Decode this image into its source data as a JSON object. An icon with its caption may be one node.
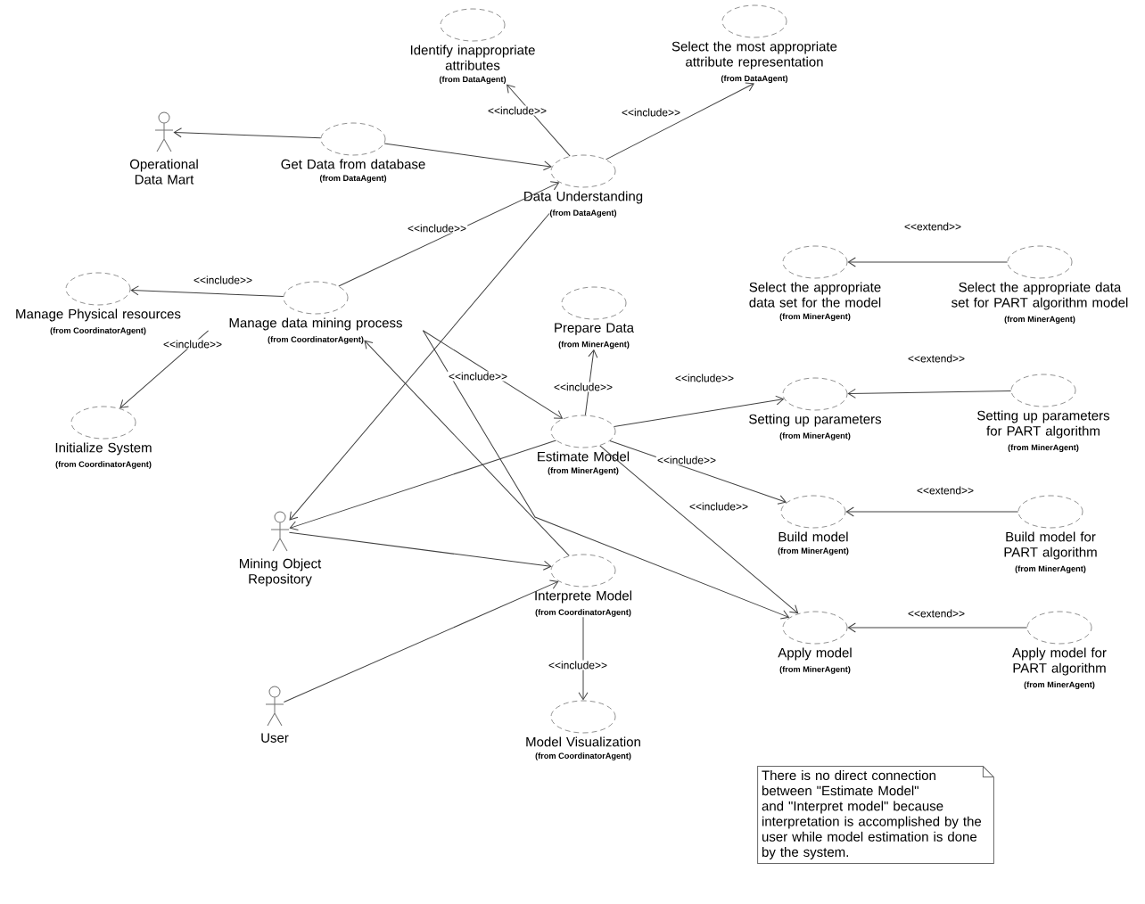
{
  "diagram": {
    "nodes": [
      {
        "text": [
          "Identify inappropriate attributes",
          "(from DataAgent)"
        ]
      },
      {
        "text": [
          "Select the most appropriate attribute representation",
          "(from DataAgent)"
        ]
      },
      {
        "text": [
          "Operational Data Mart"
        ]
      },
      {
        "text": [
          "Get Data from database",
          "(from DataAgent)"
        ]
      },
      {
        "text": [
          "Data Understanding",
          "(from DataAgent)"
        ]
      },
      {
        "text": [
          "Manage Physical resources",
          "(from CoordinatorAgent)"
        ]
      },
      {
        "text": [
          "Manage data mining process",
          "(from CoordinatorAgent)"
        ]
      },
      {
        "text": [
          "Prepare Data",
          "(from MinerAgent)"
        ]
      },
      {
        "text": [
          "Select the appropriate data set for the model",
          "(from MinerAgent)"
        ]
      },
      {
        "text": [
          "Select the appropriate data set for PART algorithm model",
          "(from MinerAgent)"
        ]
      },
      {
        "text": [
          "Initialize System",
          "(from CoordinatorAgent)"
        ]
      },
      {
        "text": [
          "Estimate Model",
          "(from MinerAgent)"
        ]
      },
      {
        "text": [
          "Setting up parameters",
          "(from MinerAgent)"
        ]
      },
      {
        "text": [
          "Setting up parameters for PART algorithm",
          "(from MinerAgent)"
        ]
      },
      {
        "text": [
          "Mining Object Repository"
        ]
      },
      {
        "text": [
          "Build model",
          "(from MinerAgent)"
        ]
      },
      {
        "text": [
          "Build model for PART algorithm",
          "(from MinerAgent)"
        ]
      },
      {
        "text": [
          "Interprete Model",
          "(from CoordinatorAgent)"
        ]
      },
      {
        "text": [
          "Apply model",
          "(from MinerAgent)"
        ]
      },
      {
        "text": [
          "Apply model for PART algorithm",
          "(from MinerAgent)"
        ]
      },
      {
        "text": [
          "User"
        ]
      },
      {
        "text": [
          "Model Visualization",
          "(from CoordinatorAgent)"
        ]
      },
      {
        "text": [
          "There is no direct connection between \"Estimate Model\" and \"Interpret model\" because interpretation is accomplished by the user while model estimation is done by the system."
        ]
      }
    ],
    "edges": [
      {
        "from": 3,
        "to": 2,
        "arrow": "to"
      },
      {
        "from": 3,
        "to": 4,
        "arrow": "to"
      },
      {
        "from": 4,
        "to": 0,
        "arrow": "to",
        "label": "<<include>>"
      },
      {
        "from": 4,
        "to": 1,
        "arrow": "to",
        "label": "<<include>>"
      },
      {
        "from": 6,
        "to": 4,
        "arrow": "to",
        "label": "<<include>>"
      },
      {
        "from": 6,
        "to": 5,
        "arrow": "to",
        "label": "<<include>>"
      },
      {
        "from": 6,
        "to": 10,
        "arrow": "to",
        "label": "<<include>>"
      },
      {
        "from": 6,
        "to": 11,
        "arrow": "to",
        "label": "<<include>>"
      },
      {
        "from": 6,
        "to": 18,
        "arrow": "to"
      },
      {
        "from": 11,
        "to": 7,
        "arrow": "to",
        "label": "<<include>>"
      },
      {
        "from": 11,
        "to": 12,
        "arrow": "to",
        "label": "<<include>>"
      },
      {
        "from": 11,
        "to": 15,
        "arrow": "to",
        "label": "<<include>>"
      },
      {
        "from": 11,
        "to": 18,
        "arrow": "to",
        "label": "<<include>>"
      },
      {
        "from": 9,
        "to": 8,
        "arrow": "to",
        "label": "<<extend>>"
      },
      {
        "from": 13,
        "to": 12,
        "arrow": "to",
        "label": "<<extend>>"
      },
      {
        "from": 16,
        "to": 15,
        "arrow": "to",
        "label": "<<extend>>"
      },
      {
        "from": 19,
        "to": 18,
        "arrow": "to",
        "label": "<<extend>>"
      },
      {
        "from": 4,
        "to": 14,
        "arrow": "to"
      },
      {
        "from": 11,
        "to": 14,
        "arrow": "to"
      },
      {
        "from": 14,
        "to": 17,
        "arrow": "to"
      },
      {
        "from": 17,
        "to": 6,
        "arrow": "to"
      },
      {
        "from": 20,
        "to": 17,
        "arrow": "to"
      },
      {
        "from": 17,
        "to": 21,
        "arrow": "to",
        "label": "<<include>>"
      }
    ]
  }
}
